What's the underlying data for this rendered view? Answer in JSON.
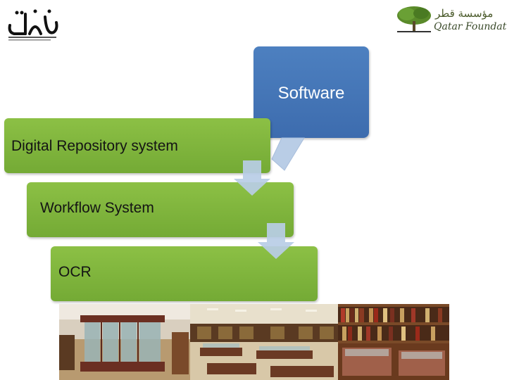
{
  "logos": {
    "left_icon": "thaqafa-logo",
    "right_icon": "qatar-foundation-tree-logo",
    "right_arabic": "مؤسسة قطر",
    "right_english": "Qatar Foundation"
  },
  "diagram": {
    "software_label": "Software",
    "steps": [
      {
        "label": "Digital Repository system"
      },
      {
        "label": "Workflow System"
      },
      {
        "label": "OCR"
      }
    ],
    "colors": {
      "software_box": "#4d80c0",
      "step_box": "#8cc045",
      "arrow": "#b9cde6"
    }
  },
  "photo_strip": {
    "icon": "library-photos"
  }
}
